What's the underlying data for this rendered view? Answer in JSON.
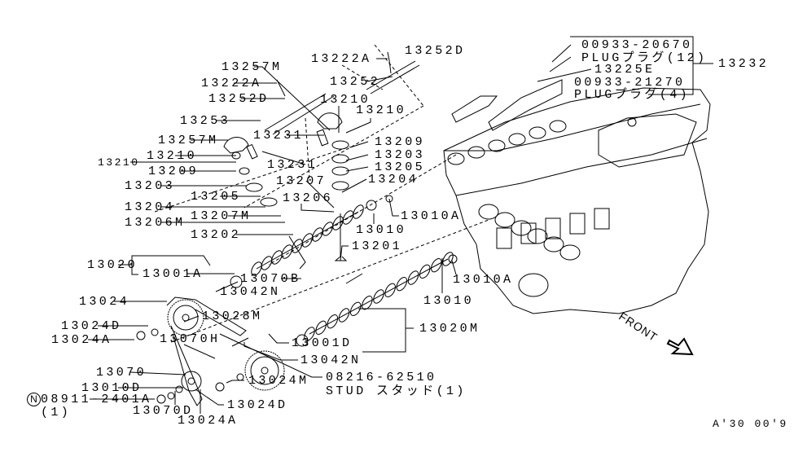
{
  "diagram": {
    "labels": [
      "13222A",
      "13252D",
      "13257M",
      "13252",
      "13222A",
      "13252D",
      "13210",
      "13210",
      "13253",
      "13231",
      "13257M",
      "13209",
      "13210",
      "13203",
      "13210",
      "13231",
      "13205",
      "13209",
      "13207",
      "13204",
      "13203",
      "13205",
      "13206",
      "13204",
      "13010A",
      "13207M",
      "13206M",
      "13010",
      "13202",
      "13201",
      "13020",
      "13001A",
      "13070B",
      "13010A",
      "13042N",
      "13010",
      "13024",
      "13028M",
      "13024D",
      "13020M",
      "13024A",
      "13070H",
      "13001D",
      "13042N",
      "13070",
      "08216-62510",
      "STUD スタッド(1)",
      "13024M",
      "13010D",
      "08911-2401A",
      "(1)",
      "13024D",
      "13070D",
      "13024A",
      "13232"
    ],
    "plug_box": {
      "line1": "00933-20670",
      "line2": "PLUGプラグ(12)",
      "line3": "13225E",
      "line4": "00933-21270",
      "line5": "PLUGプラグ(4)"
    },
    "n_mark": "N",
    "front_label": "FRONT",
    "footer_code": "A'30 00'9",
    "line_color": "#000000",
    "background": "#ffffff"
  }
}
